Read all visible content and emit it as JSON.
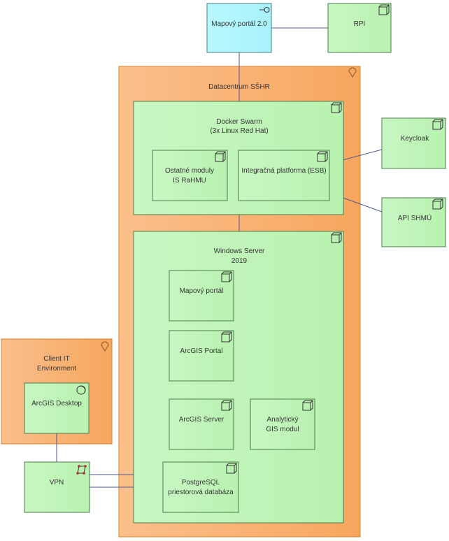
{
  "diagram": {
    "datacenter": {
      "label": "Datacentrum SŠHR"
    },
    "client_env": {
      "line1": "Client IT",
      "line2": "Environment"
    },
    "docker": {
      "line1": "Docker Swarm",
      "line2": "(3x Linux Red Hat)"
    },
    "windows": {
      "line1": "Windows Server",
      "line2": "2019"
    },
    "mapovy_portal_2": {
      "label": "Mapový portál 2.0"
    },
    "rpi": {
      "label": "RPI"
    },
    "keycloak": {
      "label": "Keycloak"
    },
    "api_shmu": {
      "label": "API SHMÚ"
    },
    "ostatne_moduly": {
      "line1": "Ostatné moduly",
      "line2": "IS RaHMU"
    },
    "esb": {
      "label": "Integračná platforma (ESB)"
    },
    "mapovy_portal": {
      "label": "Mapový portál"
    },
    "arcgis_portal": {
      "label": "ArcGIS Portal"
    },
    "arcgis_server": {
      "label": "ArcGIS Server"
    },
    "analyticky": {
      "line1": "Analytický",
      "line2": "GIS modul"
    },
    "postgresql": {
      "line1": "PostgreSQL",
      "line2": "priestorová databáza"
    },
    "arcgis_desktop": {
      "label": "ArcGIS Desktop"
    },
    "vpn": {
      "label": "VPN"
    }
  },
  "colors": {
    "orange_fill": "#f9b57b",
    "orange_stroke": "#d9822b",
    "green_fill": "#c5f7c0",
    "green_stroke": "#4a7d4a",
    "cyan_fill": "#b3f7ff",
    "connector": "#4d5a8a"
  }
}
